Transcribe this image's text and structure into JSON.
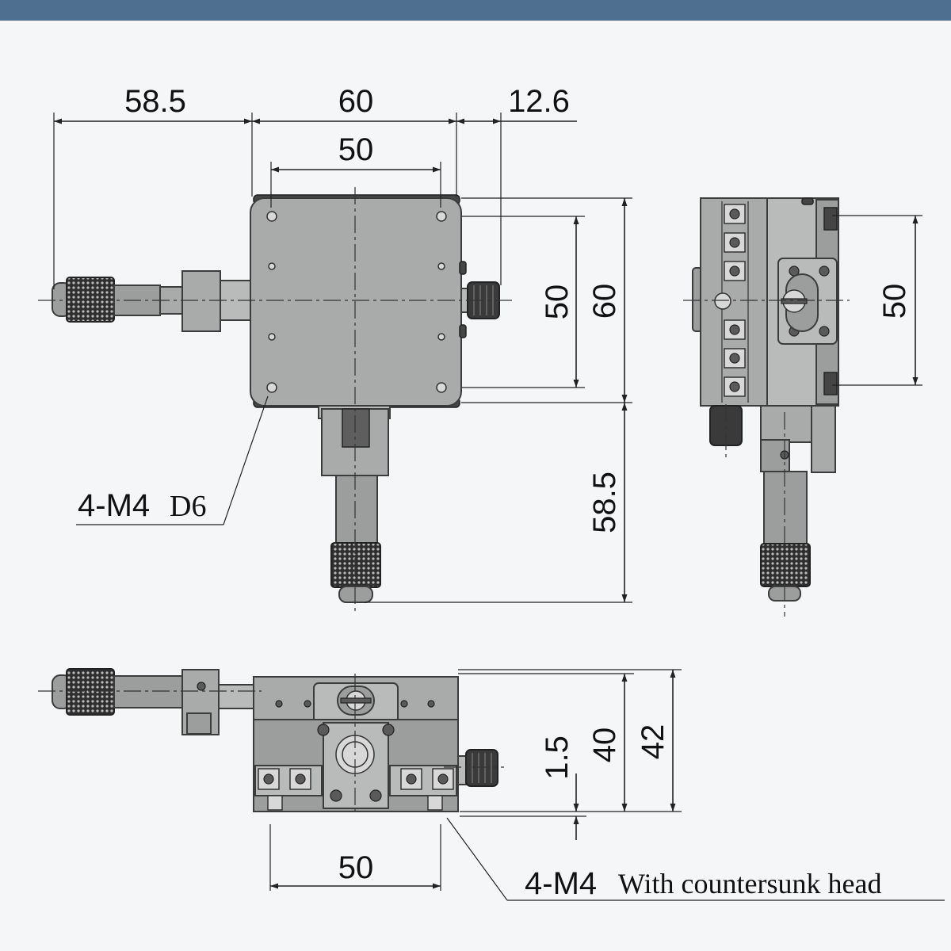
{
  "header": {
    "bar_color": "#4e6f8f"
  },
  "background": "#f5f6f8",
  "top_view": {
    "dims": {
      "left_length": "58.5",
      "width_outer": "60",
      "right_knob": "12.6",
      "width_inner": "50",
      "height_inner": "50",
      "height_outer": "60",
      "bottom_length": "58.5"
    },
    "callout": {
      "label": "4-M4",
      "suffix": "D6"
    }
  },
  "side_view": {
    "dims": {
      "height_inner": "50"
    }
  },
  "front_view": {
    "dims": {
      "offset": "1.5",
      "height_inner": "40",
      "height_outer": "42",
      "width_inner": "50"
    },
    "callout": {
      "label": "4-M4",
      "suffix": "With countersunk head"
    }
  }
}
